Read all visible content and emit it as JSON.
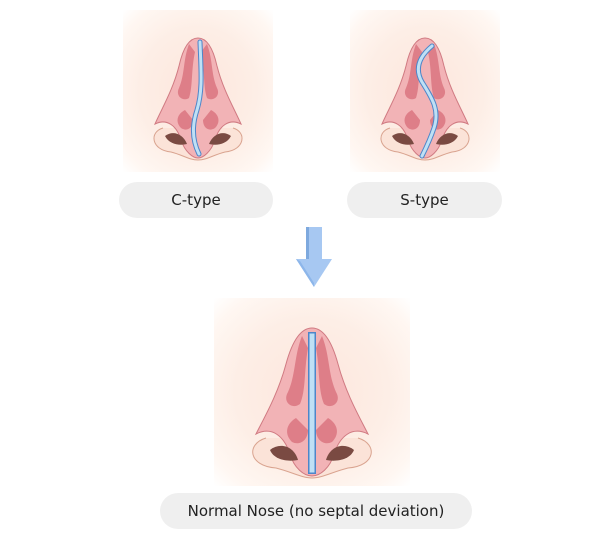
{
  "diagram": {
    "top_left": {
      "label": "C-type",
      "septum_shape": "c-curve"
    },
    "top_right": {
      "label": "S-type",
      "septum_shape": "s-curve"
    },
    "arrow": {
      "icon": "arrow-down-icon",
      "direction": "down",
      "color": "#a7c8f2"
    },
    "bottom": {
      "label": "Normal Nose (no septal deviation)",
      "septum_shape": "straight"
    },
    "colors": {
      "skin_bg": "#fde6dc",
      "nose_pink": "#f2b3b6",
      "nose_dark": "#d9707a",
      "septum_blue": "#bfe0f5",
      "septum_outline": "#4d86c9",
      "pill_bg": "#efefef",
      "text": "#222222"
    }
  }
}
